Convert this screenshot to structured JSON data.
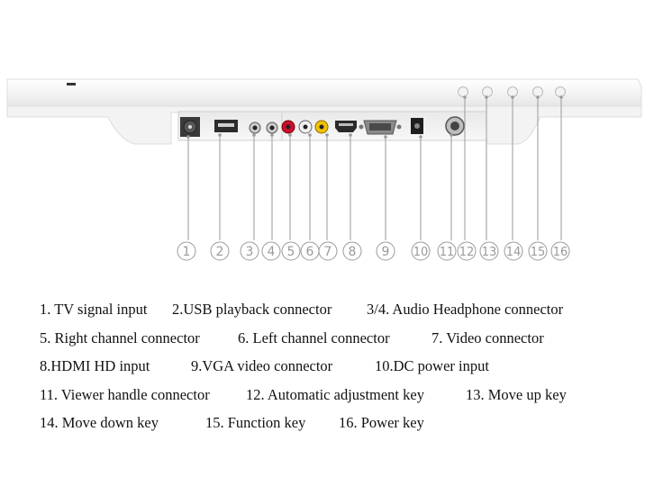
{
  "callout_numbers": [
    "1",
    "2",
    "3",
    "4",
    "5",
    "6",
    "7",
    "8",
    "9",
    "10",
    "11",
    "12",
    "13",
    "14",
    "15",
    "16"
  ],
  "legend": [
    "1. TV signal input",
    "2.USB playback connector",
    "3/4. Audio Headphone connector",
    "5. Right channel connector",
    "6. Left channel connector",
    "7. Video connector",
    "8.HDMI HD input",
    "9.VGA video connector",
    "10.DC power input",
    "11. Viewer handle connector",
    "12. Automatic adjustment key",
    "13. Move up key",
    "14. Move down key",
    "15. Function key",
    "16. Power key"
  ],
  "colors": {
    "device_body": "#f7f7f7",
    "device_edge": "#d9d9d9",
    "callout_line": "#9a9a9a",
    "callout_text": "#9a9a9a",
    "legend_text": "#111111",
    "rca_red": "#c8102e",
    "rca_white": "#f2f2f2",
    "rca_yellow": "#f2c200"
  }
}
